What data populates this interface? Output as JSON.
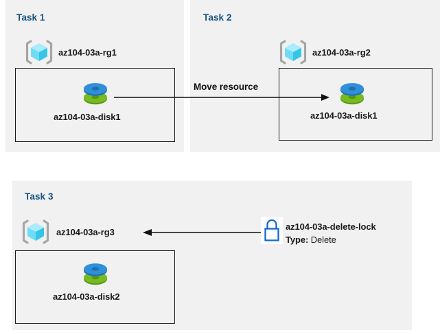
{
  "diagram": {
    "title_color": "#15537e",
    "panel_bg": "#f1f1f1",
    "page_bg": "#ffffff"
  },
  "panels": [
    {
      "id": "task1",
      "title": "Task 1",
      "resource_group": {
        "label": "az104-03a-rg1",
        "icon": "resource-group-icon"
      },
      "resource": {
        "label": "az104-03a-disk1",
        "icon": "managed-disk-icon"
      }
    },
    {
      "id": "task2",
      "title": "Task 2",
      "resource_group": {
        "label": "az104-03a-rg2",
        "icon": "resource-group-icon"
      },
      "resource": {
        "label": "az104-03a-disk1",
        "icon": "managed-disk-icon"
      }
    },
    {
      "id": "task3",
      "title": "Task 3",
      "resource_group": {
        "label": "az104-03a-rg3",
        "icon": "resource-group-icon"
      },
      "resource": {
        "label": "az104-03a-disk2",
        "icon": "managed-disk-icon"
      },
      "lock": {
        "icon": "lock-icon",
        "label": "az104-03a-delete-lock",
        "type_key": "Type:",
        "type_value": "Delete"
      }
    }
  ],
  "connectors": [
    {
      "id": "move-resource",
      "label": "Move resource",
      "direction": "right"
    },
    {
      "id": "lock-applies-to-rg3",
      "label": "",
      "direction": "left"
    }
  ],
  "colors": {
    "rg_cube_light": "#9be8fb",
    "rg_cube_mid": "#36d2f0",
    "rg_cube_dark": "#2bb8d8",
    "rg_bracket": "#a6a6a6",
    "disk_blue": "#2f8fd8",
    "disk_blue_dark": "#1f6fb0",
    "disk_green": "#76bc21",
    "disk_green_dark": "#5a9616",
    "lock_blue": "#1368ce",
    "line": "#111111"
  }
}
